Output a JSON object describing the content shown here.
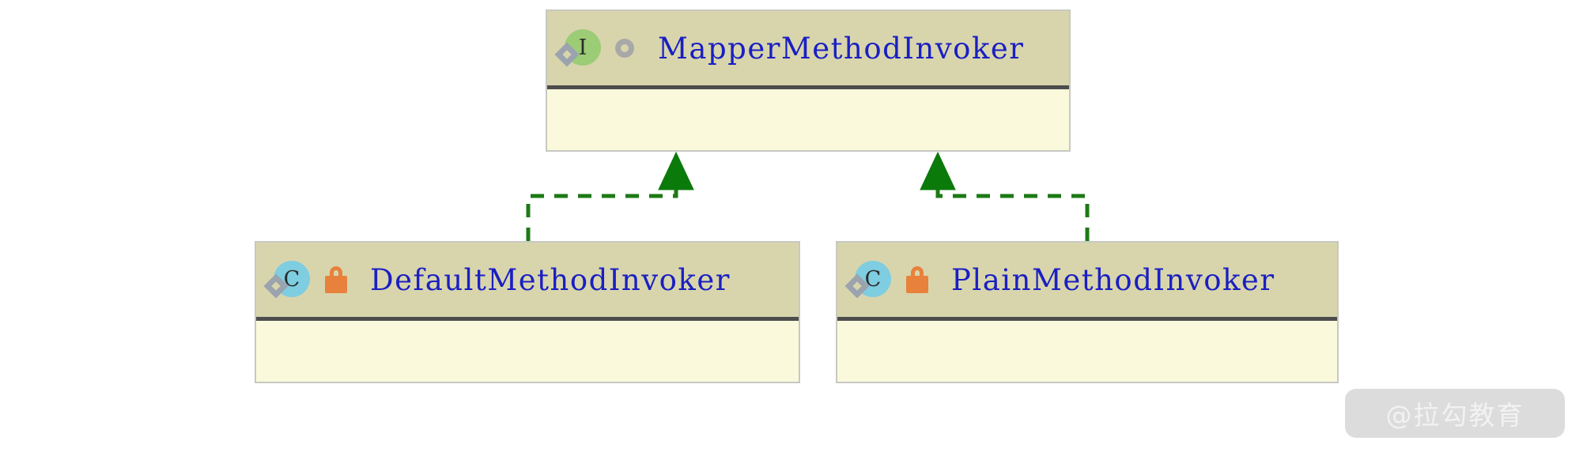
{
  "diagram": {
    "type": "uml-class-diagram",
    "background_color": "#ffffff",
    "header_color": "#d8d5ad",
    "body_color": "#fbf9dc",
    "border_color": "#c8c8c2",
    "separator_color": "#4d4d4d",
    "title_color": "#1a1fc2",
    "relation_color": "#1d7a15",
    "interface_icon_color": "#9ccc76",
    "class_icon_color": "#7ecde0",
    "lock_icon_color": "#e8813c",
    "nodes": [
      {
        "id": "mapper-method-invoker",
        "name": "MapperMethodInvoker",
        "stereotype": "interface",
        "stereotype_letter": "I",
        "visibility_icon": "public-ring-icon",
        "members": []
      },
      {
        "id": "default-method-invoker",
        "name": "DefaultMethodInvoker",
        "stereotype": "class",
        "stereotype_letter": "C",
        "visibility_icon": "lock-icon",
        "members": []
      },
      {
        "id": "plain-method-invoker",
        "name": "PlainMethodInvoker",
        "stereotype": "class",
        "stereotype_letter": "C",
        "visibility_icon": "lock-icon",
        "members": []
      }
    ],
    "relations": [
      {
        "from": "default-method-invoker",
        "to": "mapper-method-invoker",
        "kind": "realization",
        "line_style": "dashed",
        "arrow": "closed-triangle"
      },
      {
        "from": "plain-method-invoker",
        "to": "mapper-method-invoker",
        "kind": "realization",
        "line_style": "dashed",
        "arrow": "closed-triangle"
      }
    ]
  },
  "watermark": {
    "text": "@拉勾教育"
  }
}
